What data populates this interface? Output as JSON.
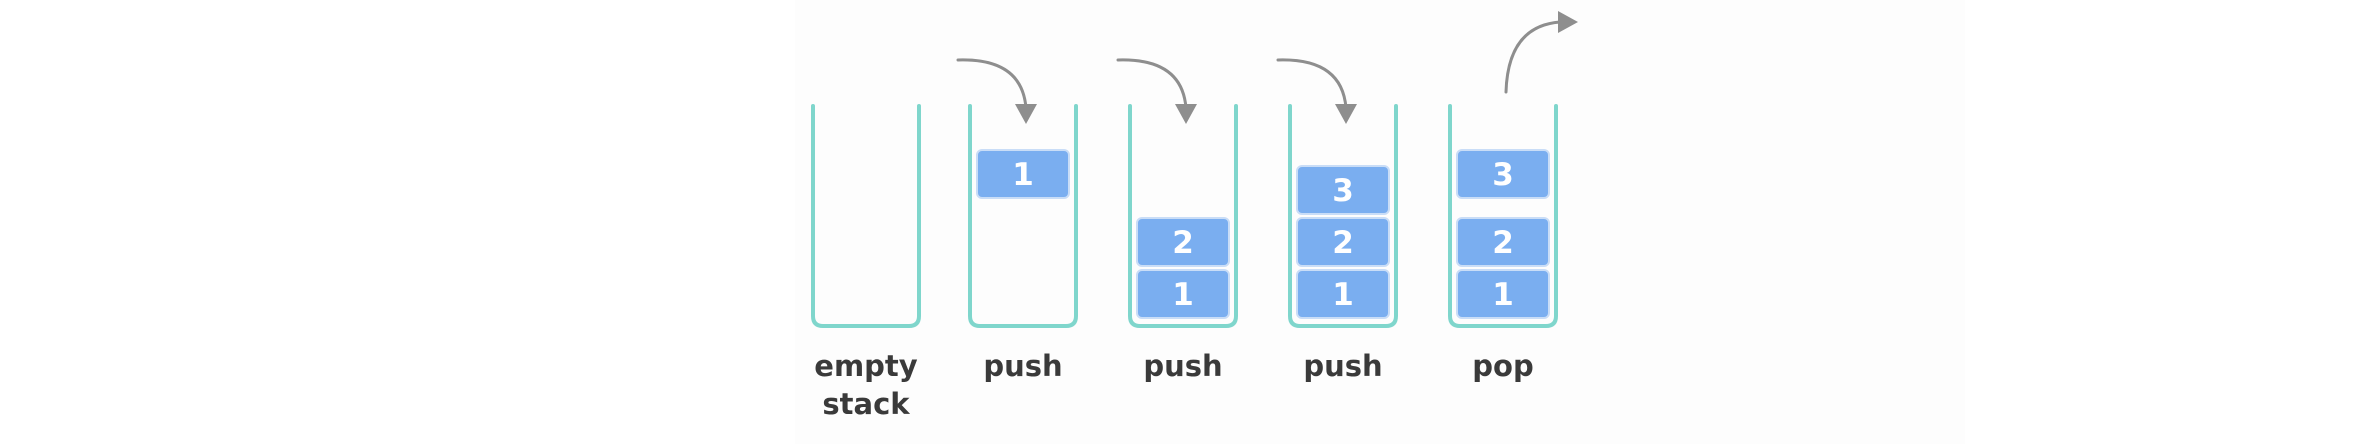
{
  "stacks": [
    {
      "label": [
        "empty",
        "stack"
      ],
      "items": [],
      "arrow": "none"
    },
    {
      "label": [
        "push"
      ],
      "items": [
        {
          "value": "1",
          "slot": "top"
        }
      ],
      "arrow": "in"
    },
    {
      "label": [
        "push"
      ],
      "items": [
        {
          "value": "1",
          "slot": 0
        },
        {
          "value": "2",
          "slot": 1
        }
      ],
      "arrow": "in"
    },
    {
      "label": [
        "push"
      ],
      "items": [
        {
          "value": "1",
          "slot": 0
        },
        {
          "value": "2",
          "slot": 1
        },
        {
          "value": "3",
          "slot": 2
        }
      ],
      "arrow": "in"
    },
    {
      "label": [
        "pop"
      ],
      "items": [
        {
          "value": "1",
          "slot": 0
        },
        {
          "value": "2",
          "slot": 1
        },
        {
          "value": "3",
          "slot": "top"
        }
      ],
      "arrow": "out"
    }
  ],
  "colors": {
    "container": "#7fd6cc",
    "item_fill": "#7aaef0",
    "item_text": "#ffffff",
    "arrow": "#8e8e8e",
    "label": "#3a3a3a"
  }
}
